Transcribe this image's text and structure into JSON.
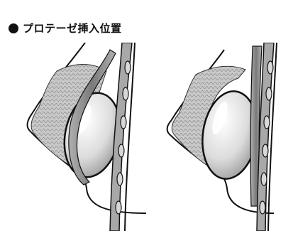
{
  "title": "プロテーゼ挿入位置",
  "icons": {
    "bullet": "filled-circle-bullet"
  },
  "colors": {
    "ink": "#111111",
    "gland": "#c8c8c8",
    "muscle": "#9a9a9a",
    "implant_light": "#ffffff",
    "implant_dark": "#9c9c9c"
  },
  "panels": [
    {
      "id": "left",
      "placement": "implant-under-muscle"
    },
    {
      "id": "right",
      "placement": "implant-over-muscle"
    }
  ]
}
